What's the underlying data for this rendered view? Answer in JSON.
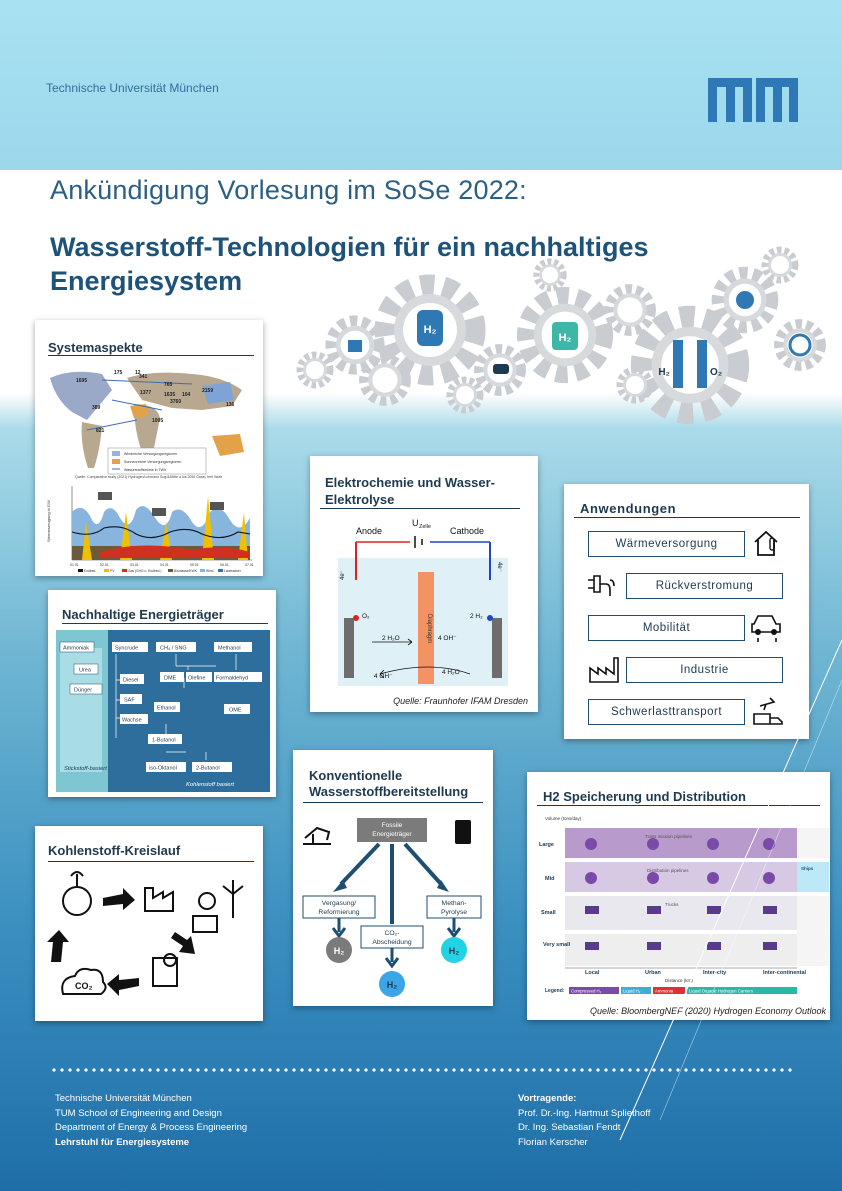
{
  "header": {
    "university": "Technische Universität München",
    "logo_text": "TUM",
    "announcement": "Ankündigung Vorlesung im SoSe 2022:",
    "title_line1": "Wasserstoff-Technologien für ein nachhaltiges",
    "title_line2": "Energiesystem"
  },
  "systemaspekte": {
    "title": "Systemaspekte",
    "map_numbers": [
      "1695",
      "175",
      "12",
      "341",
      "765",
      "2159",
      "1377",
      "1635",
      "104",
      "389",
      "3760",
      "136",
      "821",
      "1005"
    ],
    "legend": [
      "Windreiche Versorgungsregionen",
      "Sonnenreiche Versorgungsregionen",
      "Wasserstoffströme in TWh"
    ],
    "caption": "Quelle: Comparative study (2021) Hydrogen/Lohmann Sug/&/Mitte a los 2050 Gasei, bmf Wuth",
    "chart_legend": [
      "Endbed.",
      "PV",
      "Gas (GHG u. Endbed.)",
      "Biomasse/KWK",
      "Wind",
      "Laufwasser"
    ],
    "x_ticks": [
      "01.01",
      "02.01",
      "03.01",
      "04.01",
      "05.01",
      "06.01",
      "07.01"
    ]
  },
  "energietraeger": {
    "title": "Nachhaltige Energieträger",
    "left_items": [
      "Ammoniak",
      "Urea",
      "Dünger"
    ],
    "left_label": "Stickstoff-basiert",
    "right_items": [
      "Syncrude",
      "CH₄ / SNG",
      "Methanol",
      "Diesel",
      "DME",
      "Olefine",
      "Formaldehyd",
      "SAF",
      "Ethanol",
      "OME",
      "Wachse",
      "1-Butanol",
      "iso-Oktanol",
      "2-Butanol"
    ],
    "right_label": "Kohlenstoff basiert"
  },
  "kreislauf": {
    "title": "Kohlenstoff-Kreislauf",
    "co2": "CO₂"
  },
  "elektrochemie": {
    "title_line1": "Elektrochemie und Wasser-",
    "title_line2": "Elektrolyse",
    "anode": "Anode",
    "cathode": "Cathode",
    "u_zelle": "U",
    "u_sub": "Zelle",
    "diaphragm": "Diaphragm",
    "o2": "O₂",
    "h2": "2 H₂",
    "r1": "2 H₂O",
    "r2": "4 OH⁻",
    "r3": "4 H₂O",
    "r4": "4 OH⁻",
    "e_left": "4e⁻",
    "e_right": "4e⁻",
    "source": "Quelle: Fraunhofer IFAM Dresden"
  },
  "anwendungen": {
    "title": "Anwendungen",
    "items": [
      "Wärmeversorgung",
      "Rückverstromung",
      "Mobilität",
      "Industrie",
      "Schwerlasttransport"
    ]
  },
  "konventionell": {
    "title_line1": "Konventionelle",
    "title_line2": "Wasserstoffbereitstellung",
    "fossil_line1": "Fossile",
    "fossil_line2": "Energieträger",
    "left_box_line1": "Vergasung/",
    "left_box_line2": "Reformierung",
    "mid_box_line1": "CO₂-",
    "mid_box_line2": "Abscheidung",
    "right_box_line1": "Methan-",
    "right_box_line2": "Pyrolyse",
    "h2": "H₂"
  },
  "speicherung": {
    "title": "H2 Speicherung und Distribution",
    "y_label": "Volume (tons/day)",
    "rows": [
      "Large",
      "Mid",
      "Small",
      "Very small"
    ],
    "x_ticks": [
      "Local",
      "Urban",
      "Inter-city",
      "Inter-continental"
    ],
    "x_label": "Distance (km)",
    "bands": [
      "Trans mission pipelines",
      "Distribution pipelines",
      "Trucks"
    ],
    "ships": "Ships",
    "legend_label": "Legend:",
    "legend": [
      "Compressed H₂",
      "Liquid H₂",
      "Ammonia",
      "Liquid Organic Hydrogen Carriers"
    ],
    "source": "Quelle: BloombergNEF (2020) Hydrogen Economy Outlook"
  },
  "footer": {
    "left": [
      "Technische Universität München",
      "TUM School of Engineering and Design",
      "Department of Energy & Process Engineering",
      "Lehrstuhl für Energiesysteme"
    ],
    "right_title": "Vortragende:",
    "right": [
      "Prof. Dr.-Ing. Hartmut Spliethoff",
      "Dr. Ing. Sebastian Fendt",
      "Florian Kerscher"
    ]
  }
}
